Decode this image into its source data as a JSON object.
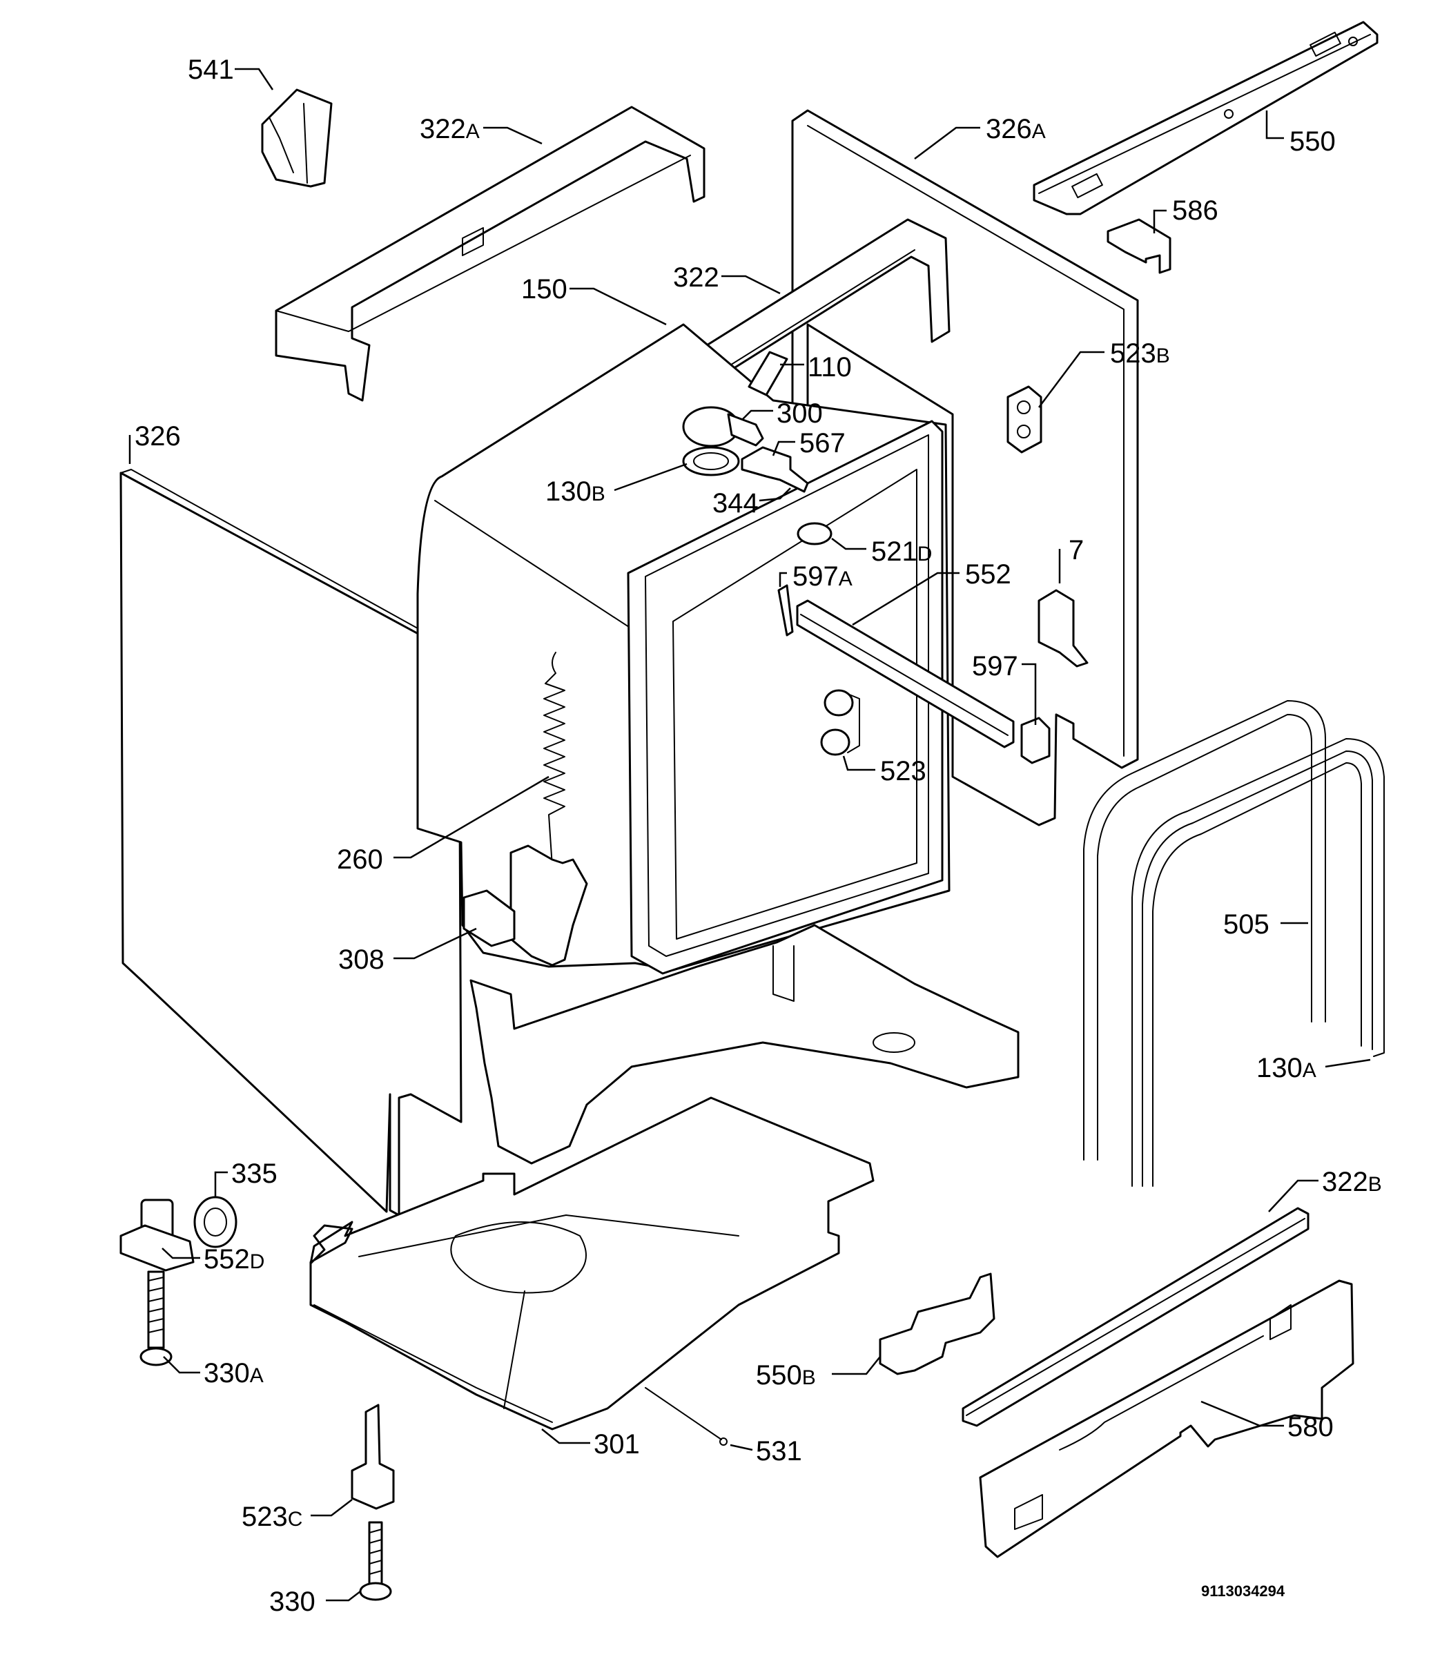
{
  "labels": {
    "p541": {
      "num": "541",
      "suf": ""
    },
    "p322A": {
      "num": "322",
      "suf": "A"
    },
    "p326A": {
      "num": "326",
      "suf": "A"
    },
    "p550": {
      "num": "550",
      "suf": ""
    },
    "p586": {
      "num": "586",
      "suf": ""
    },
    "p150": {
      "num": "150",
      "suf": ""
    },
    "p322": {
      "num": "322",
      "suf": ""
    },
    "p110": {
      "num": "110",
      "suf": ""
    },
    "p523B": {
      "num": "523",
      "suf": "B"
    },
    "p300": {
      "num": "300",
      "suf": ""
    },
    "p326": {
      "num": "326",
      "suf": ""
    },
    "p567": {
      "num": "567",
      "suf": ""
    },
    "p130B": {
      "num": "130",
      "suf": "B"
    },
    "p344": {
      "num": "344",
      "suf": ""
    },
    "p521D": {
      "num": "521",
      "suf": "D"
    },
    "p7": {
      "num": "7",
      "suf": ""
    },
    "p597A": {
      "num": "597",
      "suf": "A"
    },
    "p552": {
      "num": "552",
      "suf": ""
    },
    "p597": {
      "num": "597",
      "suf": ""
    },
    "p523": {
      "num": "523",
      "suf": ""
    },
    "p260": {
      "num": "260",
      "suf": ""
    },
    "p505": {
      "num": "505",
      "suf": ""
    },
    "p308": {
      "num": "308",
      "suf": ""
    },
    "p130A": {
      "num": "130",
      "suf": "A"
    },
    "p335": {
      "num": "335",
      "suf": ""
    },
    "p322B": {
      "num": "322",
      "suf": "B"
    },
    "p552D": {
      "num": "552",
      "suf": "D"
    },
    "p330A": {
      "num": "330",
      "suf": "A"
    },
    "p550B": {
      "num": "550",
      "suf": "B"
    },
    "p580": {
      "num": "580",
      "suf": ""
    },
    "p301": {
      "num": "301",
      "suf": ""
    },
    "p531": {
      "num": "531",
      "suf": ""
    },
    "p523C": {
      "num": "523",
      "suf": "C"
    },
    "p330": {
      "num": "330",
      "suf": ""
    }
  },
  "doc_number": "9113034294"
}
